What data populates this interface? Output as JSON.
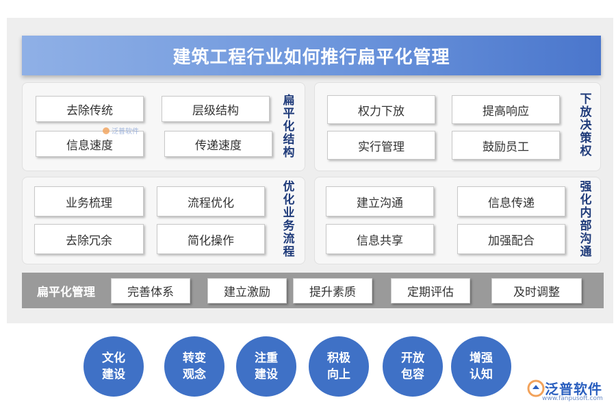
{
  "title": "建筑工程行业如何推行扁平化管理",
  "sections": [
    {
      "label": "扁平化结构",
      "items": [
        "去除传统",
        "层级结构",
        "信息速度",
        "传递速度"
      ]
    },
    {
      "label": "下放决策权",
      "items": [
        "权力下放",
        "提高响应",
        "实行管理",
        "鼓励员工"
      ]
    },
    {
      "label": "优化业务流程",
      "items": [
        "业务梳理",
        "流程优化",
        "去除冗余",
        "简化操作"
      ]
    },
    {
      "label": "强化内部沟通",
      "items": [
        "建立沟通",
        "信息传递",
        "信息共享",
        "加强配合"
      ]
    }
  ],
  "bottom": {
    "label": "扁平化管理",
    "items": [
      "完善体系",
      "建立激励",
      "提升素质",
      "定期评估",
      "及时调整"
    ]
  },
  "circles": [
    "文化建设",
    "转变观念",
    "注重建设",
    "积极向上",
    "开放包容",
    "增强认知"
  ],
  "watermark": "泛普软件",
  "logo": {
    "name": "泛普软件",
    "url": "www.fanpusoft.com"
  },
  "colors": {
    "title_gradient_start": "#8fb0e6",
    "title_gradient_end": "#4a76cc",
    "label_text": "#1f3b7a",
    "circle_fill": "#3f71c6",
    "bottom_bar": "#9a9a9a"
  }
}
